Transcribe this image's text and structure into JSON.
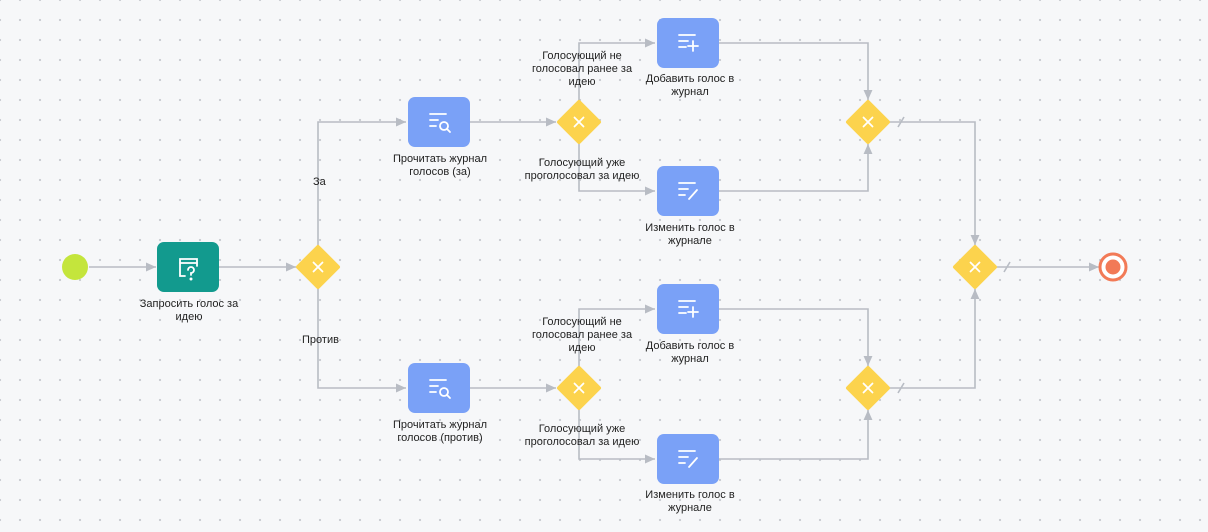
{
  "colors": {
    "canvas": "#f6f7f9",
    "task": "#7aa1f7",
    "user_task": "#129a8e",
    "gateway": "#fcd34d",
    "start": "#c4e53c",
    "end": "#f27a57",
    "flow": "#b8bcc4"
  },
  "nodes": {
    "start": {
      "icon": "start-event"
    },
    "ask": {
      "label": "Запросить голос за\nидею",
      "icon": "user-question-icon"
    },
    "split": {
      "icon": "exclusive-gateway-icon"
    },
    "read_for": {
      "label": "Прочитать журнал\nголосов (за)",
      "icon": "list-search-icon"
    },
    "read_against": {
      "label": "Прочитать журнал\nголосов (против)",
      "icon": "list-search-icon"
    },
    "add_for": {
      "label": "Добавить голос в\nжурнал",
      "icon": "list-add-icon"
    },
    "edit_for": {
      "label": "Изменить голос в\nжурнале",
      "icon": "list-edit-icon"
    },
    "add_against": {
      "label": "Добавить голос в\nжурнал",
      "icon": "list-add-icon"
    },
    "edit_against": {
      "label": "Изменить голос в\nжурнале",
      "icon": "list-edit-icon"
    },
    "end": {
      "icon": "end-event"
    }
  },
  "conditions": {
    "for": "За",
    "against": "Против",
    "new_for": "Голосующий не\nголосовал ранее за\nидею",
    "voted_for": "Голосующий уже\nпроголосовал за идею",
    "new_against": "Голосующий не\nголосовал ранее за\nидею",
    "voted_against": "Голосующий уже\nпроголосовал за идею"
  }
}
